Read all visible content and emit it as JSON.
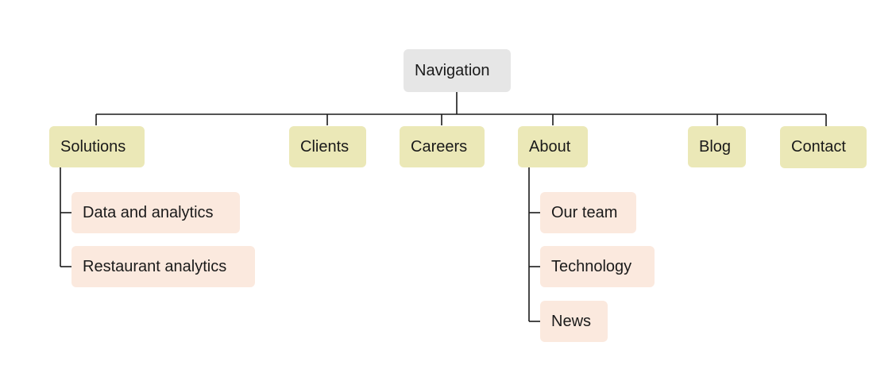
{
  "root": {
    "label": "Navigation"
  },
  "sections": {
    "solutions": {
      "label": "Solutions",
      "children": [
        "Data and analytics",
        "Restaurant analytics"
      ]
    },
    "clients": {
      "label": "Clients"
    },
    "careers": {
      "label": "Careers"
    },
    "about": {
      "label": "About",
      "children": [
        "Our team",
        "Technology",
        "News"
      ]
    },
    "blog": {
      "label": "Blog"
    },
    "contact": {
      "label": "Contact"
    }
  },
  "colors": {
    "root_fill": "#e6e6e6",
    "section_fill": "#ebe8b7",
    "page_fill": "#fbe9de",
    "connector": "#1a1a1a"
  }
}
